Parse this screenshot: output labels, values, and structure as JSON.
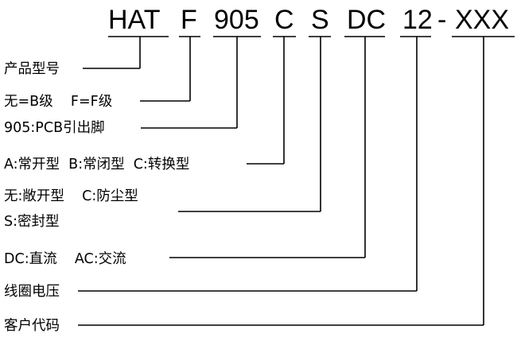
{
  "model_code": {
    "segments": [
      "HAT",
      "F",
      "905",
      "C",
      "S",
      "DC",
      "12",
      "XXX"
    ],
    "dash": "-"
  },
  "descriptions": [
    "产品型号",
    "无=B级    F=F级",
    "905:PCB引出脚",
    "A:常开型  B:常闭型  C:转换型",
    "无:敞开型    C:防尘型",
    "S:密封型",
    "DC:直流    AC:交流",
    "线圈电压",
    "客户代码"
  ]
}
